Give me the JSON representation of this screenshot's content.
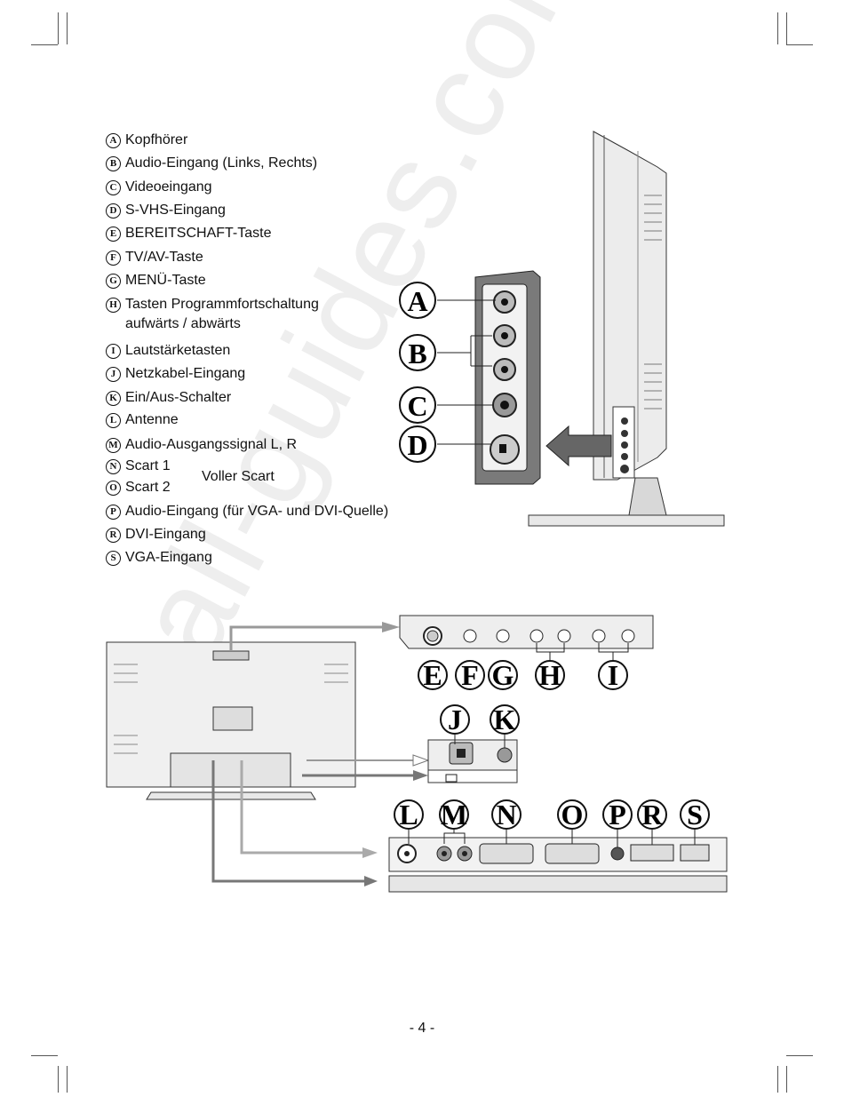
{
  "legend": [
    {
      "letter": "A",
      "text": "Kopfhörer"
    },
    {
      "letter": "B",
      "text": "Audio-Eingang (Links, Rechts)"
    },
    {
      "letter": "C",
      "text": "Videoeingang"
    },
    {
      "letter": "D",
      "text": "S-VHS-Eingang"
    },
    {
      "letter": "E",
      "text": "BEREITSCHAFT-Taste"
    },
    {
      "letter": "F",
      "text": "TV/AV-Taste"
    },
    {
      "letter": "G",
      "text": "MENÜ-Taste"
    },
    {
      "letter": "H",
      "text": "Tasten Programmfortschaltung",
      "text2": "aufwärts / abwärts"
    },
    {
      "letter": "I",
      "text": "Lautstärketasten"
    },
    {
      "letter": "J",
      "text": "Netzkabel-Eingang"
    },
    {
      "letter": "K",
      "text": "Ein/Aus-Schalter"
    },
    {
      "letter": "L",
      "text": "Antenne"
    },
    {
      "letter": "M",
      "text": "Audio-Ausgangssignal L, R"
    },
    {
      "letter": "N",
      "text": "Scart 1"
    },
    {
      "letter": "O",
      "text": "Scart 2"
    },
    {
      "letter": "P",
      "text": "Audio-Eingang (für VGA- und DVI-Quelle)"
    },
    {
      "letter": "R",
      "text": "DVI-Eingang"
    },
    {
      "letter": "S",
      "text": "VGA-Eingang"
    }
  ],
  "voller_scart": "Voller Scart",
  "page_number": "- 4 -",
  "watermark": "all-guides.com",
  "side_labels": [
    "A",
    "B",
    "C",
    "D"
  ],
  "button_labels": [
    "E",
    "F",
    "G",
    "H",
    "I"
  ],
  "power_labels": [
    "J",
    "K"
  ],
  "connector_labels": [
    "L",
    "M",
    "N",
    "O",
    "P",
    "R",
    "S"
  ]
}
